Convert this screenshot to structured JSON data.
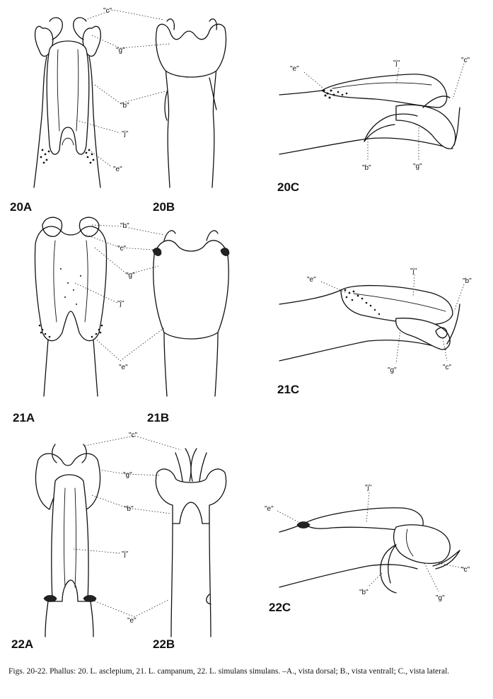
{
  "panels": {
    "p20A": "20A",
    "p20B": "20B",
    "p20C": "20C",
    "p21A": "21A",
    "p21B": "21B",
    "p21C": "21C",
    "p22A": "22A",
    "p22B": "22B",
    "p22C": "22C"
  },
  "labels": {
    "b": "\"b\"",
    "c": "\"c\"",
    "g": "\"g\"",
    "j": "\"j\"",
    "e": "\"e\""
  },
  "caption": {
    "text": "Figs. 20-22. Phallus: 20. L. asclepium, 21. L. campanum, 22. L. simulans simulans. –A., vista dorsal; B., vista ventrall; C., vista lateral."
  }
}
